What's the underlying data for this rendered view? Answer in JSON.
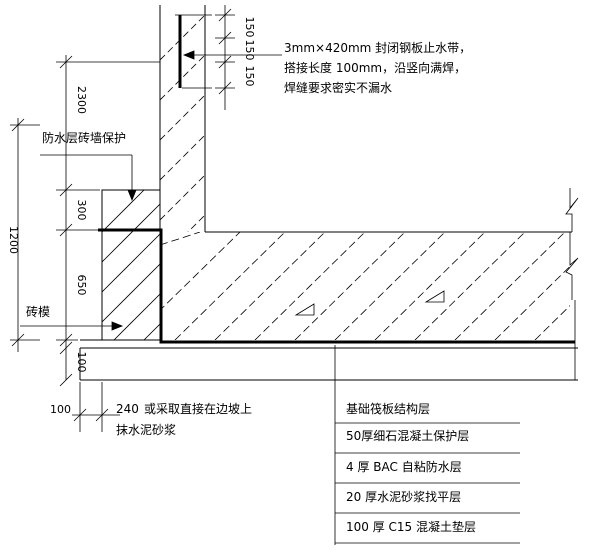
{
  "dimensions": {
    "d150_top": "150",
    "d150_mid": "150",
    "d150_bot": "150",
    "d2300": "2300",
    "d300": "300",
    "d1200": "1200",
    "d650": "650",
    "d100_left": "100",
    "d100_bottom": "100",
    "d240": "240"
  },
  "annotations": {
    "waterstop_line1": "3mm×420mm 封闭钢板止水带，",
    "waterstop_line2": "搭接长度 100mm，沿竖向满焊，",
    "waterstop_line3": "焊缝要求密实不漏水",
    "protect_wall": "防水层砖墙保护",
    "brick_mold": "砖模",
    "slope_line1": "或采取直接在边坡上",
    "slope_line2": "抹水泥砂浆"
  },
  "layers": [
    "基础筏板结构层",
    "50厚细石混凝土保护层",
    "4 厚 BAC 自粘防水层",
    "20 厚水泥砂浆找平层",
    "100 厚 C15 混凝土垫层"
  ]
}
